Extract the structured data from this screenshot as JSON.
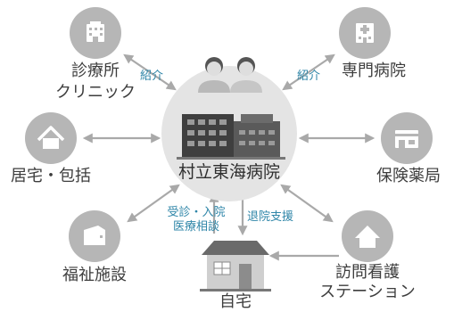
{
  "hospital": {
    "name": "村立東海病院"
  },
  "nodes": {
    "clinic": {
      "line1": "診療所",
      "line2": "クリニック",
      "icon": "building-icon"
    },
    "home_care": {
      "label": "居宅・包括",
      "icon": "house-icon"
    },
    "welfare": {
      "label": "福祉施設",
      "icon": "facility-icon"
    },
    "specialty": {
      "label": "専門病院",
      "icon": "hospital-icon"
    },
    "pharmacy": {
      "label": "保険薬局",
      "icon": "pharmacy-icon"
    },
    "visiting_nurse": {
      "line1": "訪問看護",
      "line2": "ステーション",
      "icon": "house-icon"
    },
    "home": {
      "label": "自宅",
      "icon": "home-icon"
    }
  },
  "edges": {
    "clinic_referral": "紹介",
    "specialty_referral": "紹介",
    "consultation_line1": "受診・入院",
    "consultation_line2": "医療相談",
    "discharge_support": "退院支援"
  },
  "colors": {
    "node_circle": "#b6b6b6",
    "center_circle": "#e4e4e4",
    "arrow": "#a9a9a9",
    "edge_label": "#2f86a8",
    "node_text": "#3d3d3d"
  }
}
